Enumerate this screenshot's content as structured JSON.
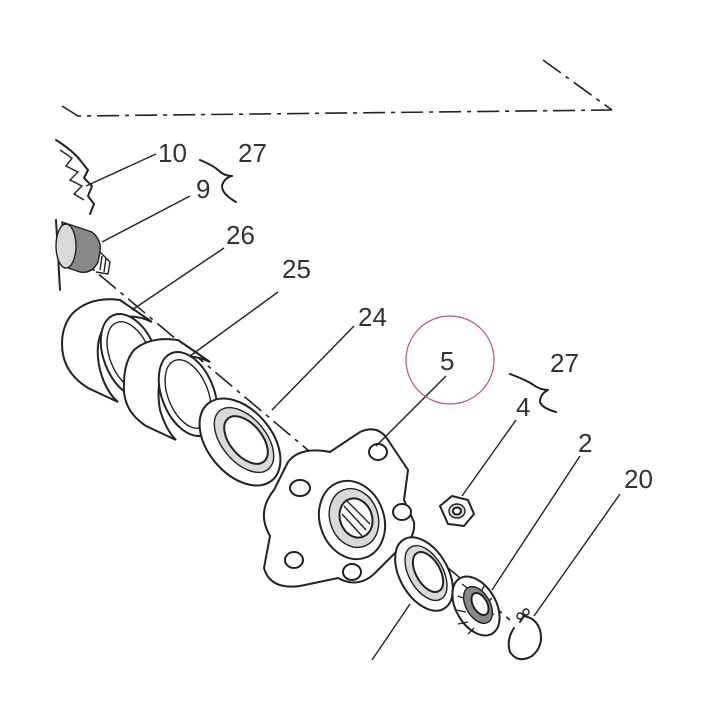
{
  "diagram": {
    "labels": {
      "p10": "10",
      "p9": "9",
      "p27_top": "27",
      "p26": "26",
      "p25": "25",
      "p24": "24",
      "p5": "5",
      "p27_right": "27",
      "p4": "4",
      "p2": "2",
      "p20": "20"
    },
    "highlight_circle_color": "#c0506a",
    "line_color": "#222222",
    "shade_color": "#d9d9d9"
  }
}
